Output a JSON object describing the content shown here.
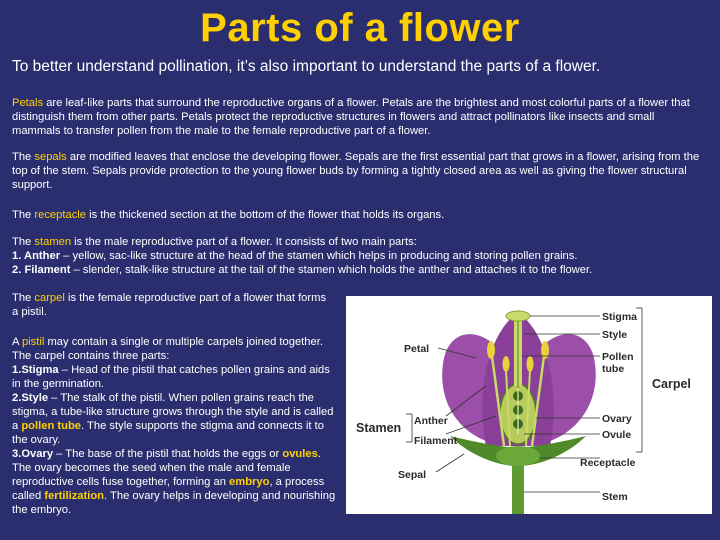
{
  "title": "Parts of a flower",
  "subtitle": "To better understand pollination, it’s also important to understand the parts of a flower.",
  "petals": {
    "term": "Petals",
    "text": " are leaf-like parts that surround the reproductive organs of a flower. Petals are the brightest and most colorful parts of a flower that distinguish them from other parts.  Petals protect the reproductive structures in flowers and attract pollinators like insects and small mammals to transfer pollen from the male to the female reproductive part of a flower."
  },
  "sepals": {
    "pre": "The ",
    "term": "sepals",
    "text": " are modified leaves that enclose the developing flower. Sepals are the first essential part that grows in a flower, arising from the top of the stem.  Sepals provide protection to the young flower buds by forming a tightly closed area as well as giving the flower structural support."
  },
  "receptacle": {
    "pre": "The ",
    "term": "receptacle",
    "text": " is the thickened section at the bottom of the flower that holds its organs."
  },
  "stamen": {
    "pre": "The ",
    "term": "stamen",
    "text": " is the male reproductive part of a flower. It consists of two main parts:",
    "item1_num": "1.  Anther",
    "item1_text": " – yellow, sac-like structure at the head of the stamen which helps in producing and storing pollen grains.",
    "item2_num": "2.  Filament",
    "item2_text": " – slender, stalk-like structure at the tail of the stamen which holds the anther and attaches it to the flower."
  },
  "carpel": {
    "pre": "The ",
    "term": "carpel",
    "text": " is the female reproductive part of a flower that forms a pistil."
  },
  "pistil": {
    "pre": "A ",
    "term": "pistil",
    "text": " may contain a single or multiple carpels joined together. The carpel contains three parts:",
    "stigma_num": "1.Stigma",
    "stigma_text": " – Head of the pistil that catches pollen grains and aids in the germination.",
    "style_num": "2.Style",
    "style_text_a": " – The stalk of the pistil. When pollen grains reach the stigma, a tube-like structure grows through the style and is called a ",
    "pollen_tube": "pollen tube",
    "style_text_b": ". The style supports the stigma and connects it to the ovary.",
    "ovary_num": "3.Ovary",
    "ovary_text_a": " – The base of the pistil that holds the eggs or ",
    "ovules": "ovules",
    "ovary_text_b": ". The ovary becomes the seed when the male and female reproductive cells fuse together, forming an ",
    "embryo": "embryo",
    "ovary_text_c": ", a process called ",
    "fertilization": "fertilization",
    "ovary_text_d": ".  The ovary helps in developing and nourishing the embryo."
  },
  "diagram": {
    "labels": {
      "stigma": "Stigma",
      "style": "Style",
      "petal": "Petal",
      "pollen_tube_1": "Pollen",
      "pollen_tube_2": "tube",
      "carpel": "Carpel",
      "stamen": "Stamen",
      "anther": "Anther",
      "filament": "Filament",
      "ovary": "Ovary",
      "ovule": "Ovule",
      "sepal": "Sepal",
      "receptacle": "Receptacle",
      "stem": "Stem"
    },
    "colors": {
      "petal": "#9b4fa8",
      "sepal": "#4f8a2a",
      "stem": "#5d9a32",
      "anther": "#e8d23a",
      "pistil": "#c9d96a"
    }
  }
}
